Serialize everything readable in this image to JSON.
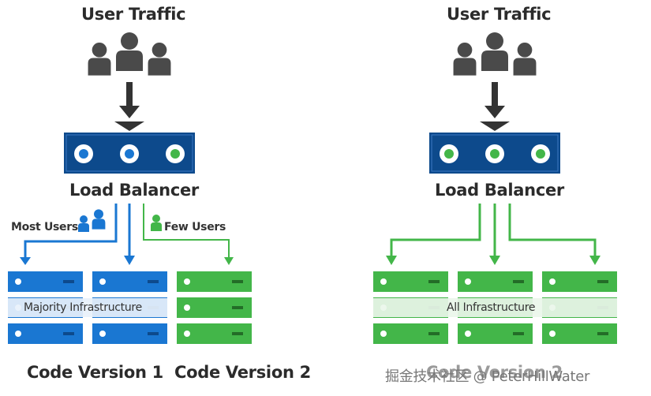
{
  "left": {
    "traffic_label": "User Traffic",
    "balancer_label": "Load Balancer",
    "most_users_label": "Most Users",
    "few_users_label": "Few Users",
    "infra_label": "Majority Infrastructure",
    "version1_label": "Code Version 1",
    "version2_label": "Code Version 2"
  },
  "right": {
    "traffic_label": "User Traffic",
    "balancer_label": "Load Balancer",
    "infra_label": "All Infrastructure",
    "version_label": "Code Version 2"
  },
  "watermark": "掘金技术社区 @ PeterHillWater",
  "icons": {
    "users": "users-group-icon",
    "arrow": "arrow-down-icon",
    "blue_user": "user-icon",
    "green_user": "user-icon"
  },
  "colors": {
    "blue": "#1a77d2",
    "dark_blue": "#0d4a8c",
    "green": "#43b649",
    "people": "#4a4a4a",
    "text": "#2b2b2b"
  }
}
